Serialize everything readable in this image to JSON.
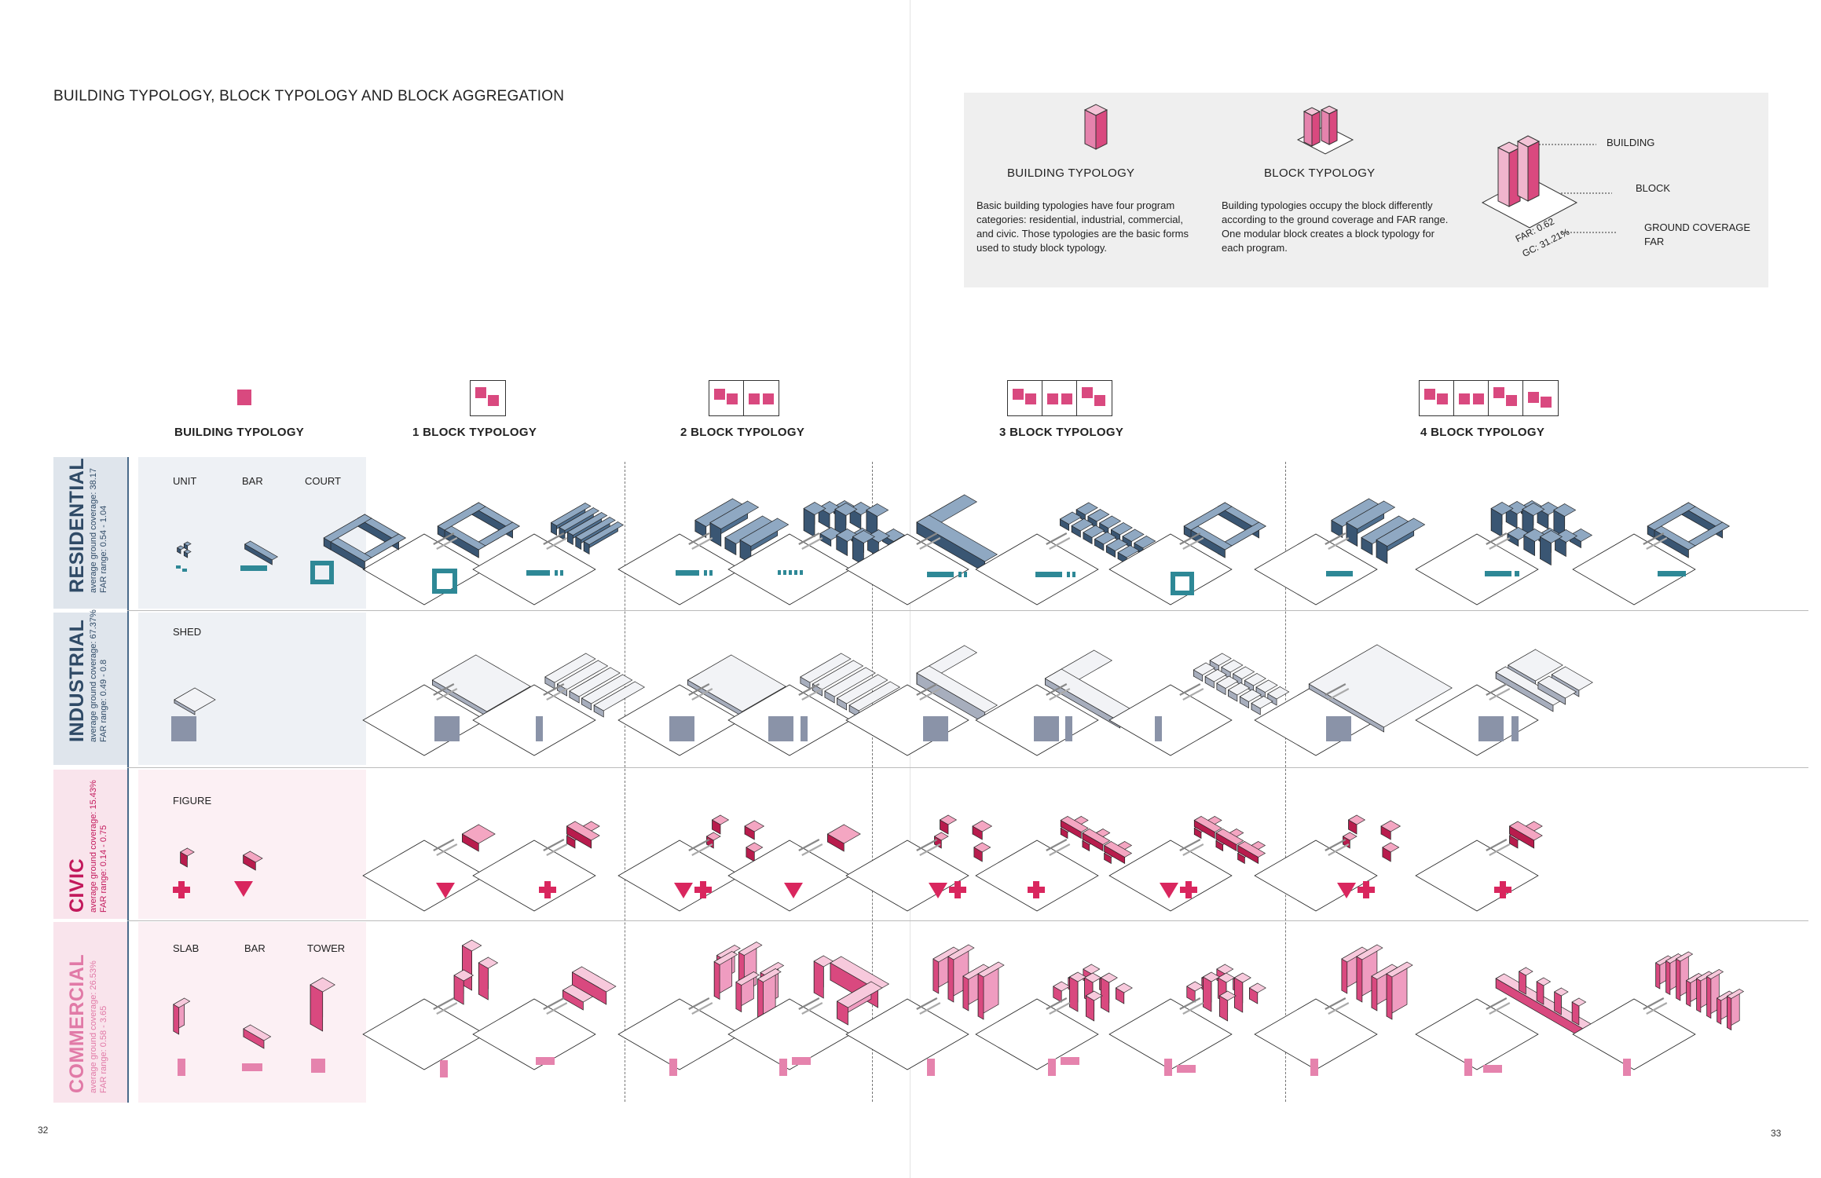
{
  "title": "BUILDING TYPOLOGY, BLOCK TYPOLOGY AND BLOCK AGGREGATION",
  "legend": {
    "building_typology_title": "BUILDING TYPOLOGY",
    "building_typology_text": "Basic building typologies have four program categories: residential, industrial, commercial, and civic. Those typologies are the basic forms used to study block typology.",
    "block_typology_title": "BLOCK TYPOLOGY",
    "block_typology_text": "Building typologies occupy the block differently according to the ground coverage and FAR range. One modular block creates a block typology for each program.",
    "diagram_labels": {
      "building": "BUILDING",
      "block": "BLOCK",
      "ground_coverage": "GROUND COVERAGE",
      "far": "FAR",
      "far_value": "FAR: 0.62",
      "gc_value": "GC: 31.21%"
    }
  },
  "columns": {
    "building_typology": "BUILDING TYPOLOGY",
    "block1": "1 BLOCK TYPOLOGY",
    "block2": "2 BLOCK TYPOLOGY",
    "block3": "3 BLOCK TYPOLOGY",
    "block4": "4 BLOCK TYPOLOGY"
  },
  "rows": {
    "residential": {
      "name": "RESIDENTIAL",
      "coverage": "average ground coverage: 38.17",
      "far": "FAR range: 0.54 - 1.04",
      "types": [
        "UNIT",
        "BAR",
        "COURT"
      ],
      "color": "#4f6f8f"
    },
    "industrial": {
      "name": "INDUSTRIAL",
      "coverage": "average ground coverage: 67.37%",
      "far": "FAR range: 0.49 - 0.8",
      "types": [
        "SHED"
      ],
      "color": "#8a93a8"
    },
    "civic": {
      "name": "CIVIC",
      "coverage": "average ground coverage: 15.43%",
      "far": "FAR range: 0.14 - 0.75",
      "types": [
        "FIGURE"
      ],
      "color": "#d9265e"
    },
    "commercial": {
      "name": "COMMERCIAL",
      "coverage": "average ground coverage: 26.53%",
      "far": "FAR range: 0.58 - 3.65",
      "types": [
        "SLAB",
        "BAR",
        "TOWER"
      ],
      "color": "#e583ad"
    }
  },
  "page_numbers": {
    "left": "32",
    "right": "33"
  },
  "colors": {
    "residential_dark": "#4f6f8f",
    "residential_accent": "#2e8896",
    "industrial": "#8a93a8",
    "civic": "#d9265e",
    "commercial": "#e583ad",
    "band_blue": "#dfe5ec",
    "band_pink": "#f9e4ec"
  }
}
